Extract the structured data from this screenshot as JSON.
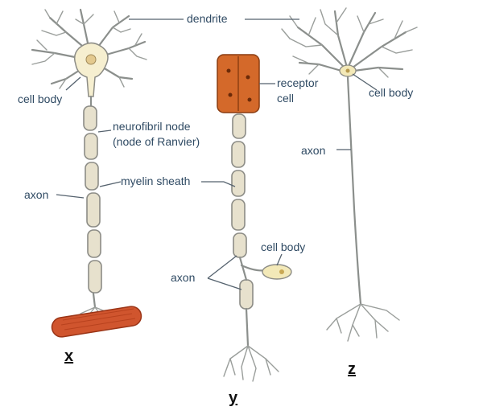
{
  "labels": {
    "dendrite": "dendrite",
    "cell_body_x": "cell body",
    "neurofibril_node_line1": "neurofibril node",
    "neurofibril_node_line2": "(node of Ranvier)",
    "myelin_sheath": "myelin sheath",
    "axon_x": "axon",
    "receptor_cell_line1": "receptor",
    "receptor_cell_line2": "cell",
    "cell_body_y": "cell body",
    "axon_y": "axon",
    "cell_body_z": "cell body",
    "axon_z": "axon"
  },
  "neuron_letters": {
    "x": "x",
    "y": "y",
    "z": "z"
  },
  "colors": {
    "label_text": "#2f4a63",
    "myelin_segment": "#e7e1cd",
    "cell_body_fill": "#f6efd0",
    "receptor_cell": "#d4692a",
    "muscle_fiber": "#d0552e",
    "background": "#ffffff"
  }
}
